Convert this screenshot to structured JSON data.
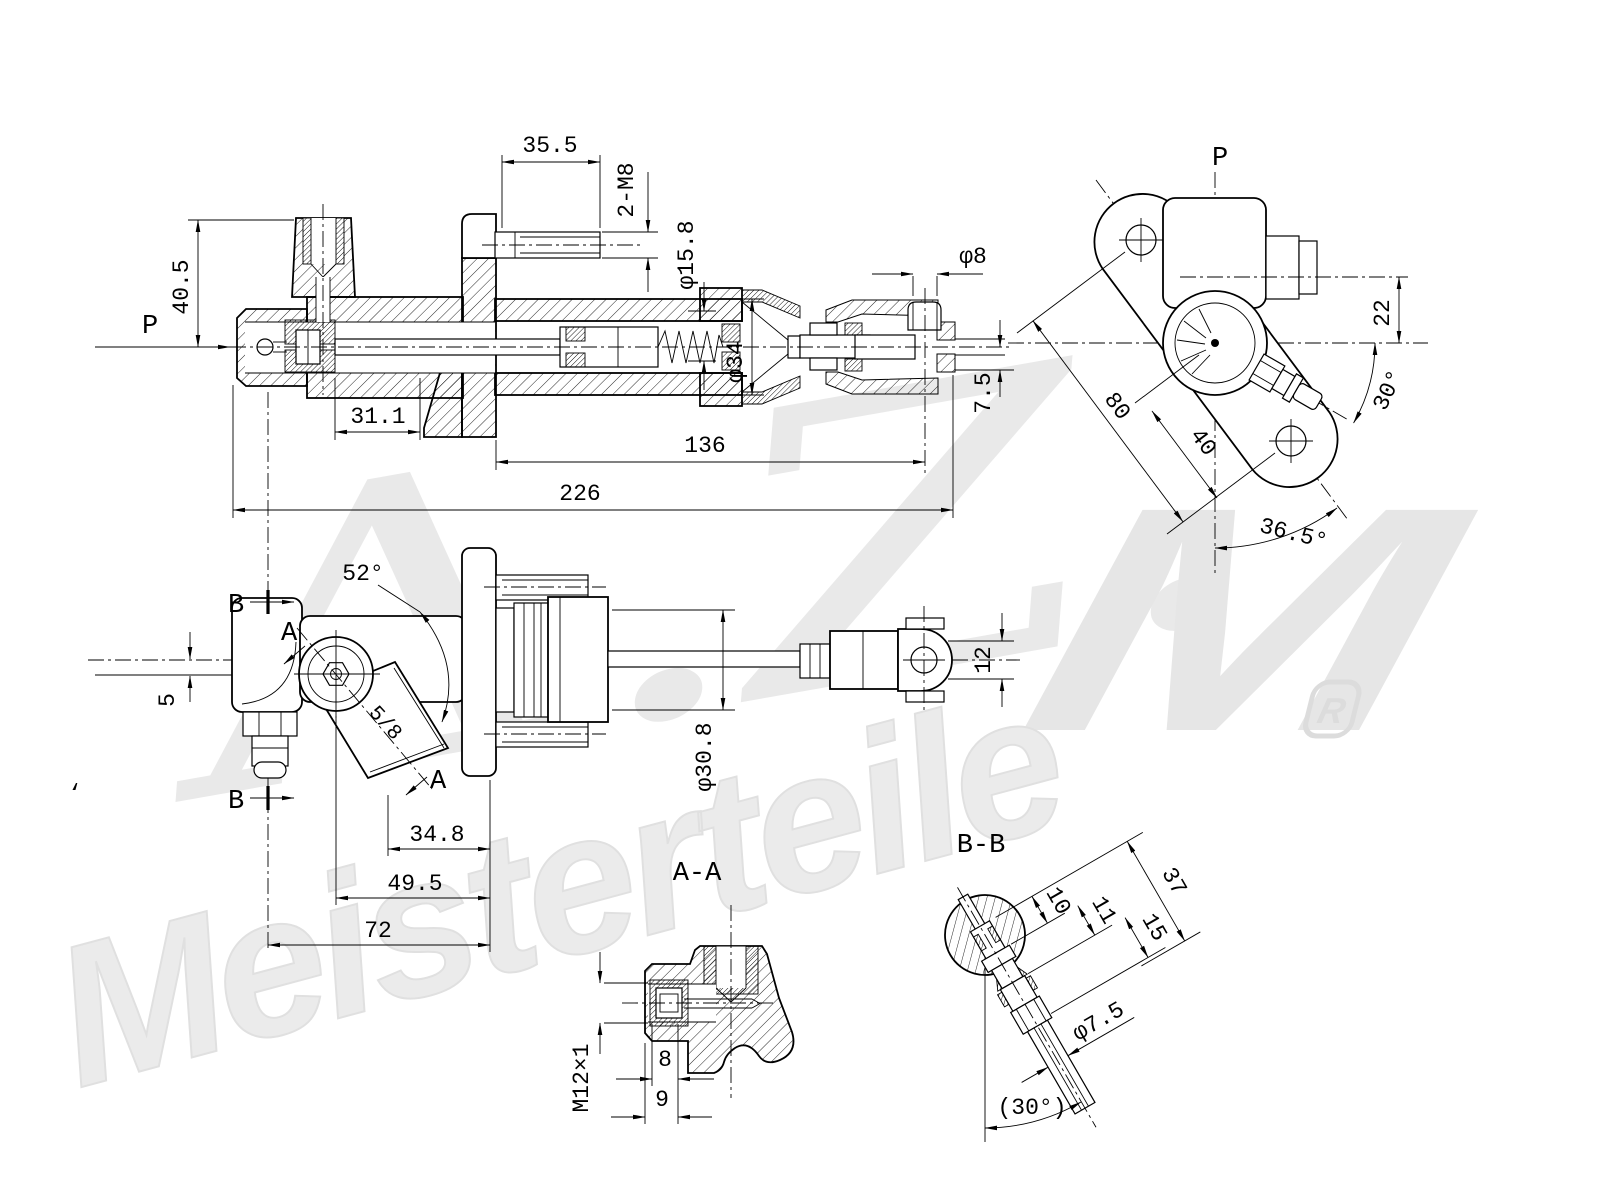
{
  "drawing": {
    "watermark": {
      "script": "A.Z.",
      "m": "M",
      "word": "Meisterteile",
      "reg": "R"
    },
    "stray_mark": "‘",
    "main_view": {
      "p_label": "P",
      "d_35_5": "35.5",
      "d_2m8": "2-M8",
      "d_40_5": "40.5",
      "d_phi15_8": "φ15.8",
      "d_phi34": "φ34",
      "d_phi8": "φ8",
      "d_7_5": "7.5",
      "d_31_1": "31.1",
      "d_136": "136",
      "d_226": "226"
    },
    "p_view": {
      "title": "P",
      "d_22": "22",
      "d_30": "30°",
      "d_80": "80",
      "d_40": "40",
      "d_36_5": "36.5°"
    },
    "side_view": {
      "b_label": "B",
      "a_label": "A",
      "d_52": "52°",
      "d_5": "5",
      "plug_tag": "5/8",
      "d_34_8": "34.8",
      "d_49_5": "49.5",
      "d_72": "72",
      "d_phi30_8": "φ30.8",
      "d_12": "12"
    },
    "aa_view": {
      "title": "A-A",
      "d_m12": "M12×1",
      "d_8": "8",
      "d_9": "9"
    },
    "bb_view": {
      "title": "B-B",
      "d_10": "10",
      "d_11": "11",
      "d_15": "15",
      "d_37": "37",
      "d_phi7_5": "φ7.5",
      "d_30": "(30°)"
    }
  }
}
